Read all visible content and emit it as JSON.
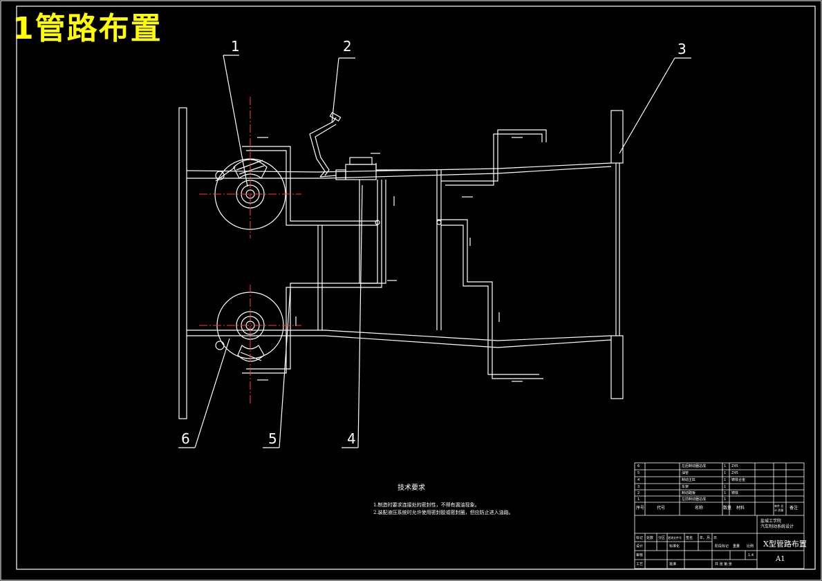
{
  "title": "1管路布置",
  "callouts": [
    "1",
    "2",
    "3",
    "4",
    "5",
    "6"
  ],
  "tech": {
    "heading": "技术要求",
    "items": [
      "1.制造时要求连接处的密封性，不得有漏油现象。",
      "2.装配液压系统时允许使用密封胶或密封圈，但应防止进入油路。"
    ]
  },
  "parts_table": {
    "rows": [
      {
        "no": "6",
        "name": "左后制动器总成",
        "qty": "1",
        "material": "Z45"
      },
      {
        "no": "5",
        "name": "油管",
        "qty": "1",
        "material": "Z45"
      },
      {
        "no": "4",
        "name": "制动主缸",
        "qty": "1",
        "material": "铸铁合金"
      },
      {
        "no": "3",
        "name": "车架",
        "qty": "1",
        "material": ""
      },
      {
        "no": "2",
        "name": "制动踏板",
        "qty": "1",
        "material": "铸铁"
      },
      {
        "no": "1",
        "name": "左前制动器总成",
        "qty": "1",
        "material": ""
      }
    ],
    "header": {
      "no": "序号",
      "code": "代号",
      "name": "名称",
      "qty": "数量",
      "material": "材料",
      "weight": "单件 总计 质量",
      "remark": "备注"
    }
  },
  "title_block": {
    "school": "盐城工学院",
    "project": "汽车制动系统设计",
    "drawing_name": "X型管路布置",
    "size": "A1",
    "scale": "1:4",
    "labels": {
      "mark": "标记",
      "count": "处数",
      "zone": "分区",
      "change_doc": "更改文件号",
      "signature": "签名",
      "date": "年、月、日",
      "design": "设计",
      "standardize": "标准化",
      "review": "审核",
      "process": "工艺",
      "approve": "批准",
      "stage": "阶段标记",
      "weight": "重量",
      "ratio": "比例",
      "sheets": "共 张 第 张"
    }
  }
}
